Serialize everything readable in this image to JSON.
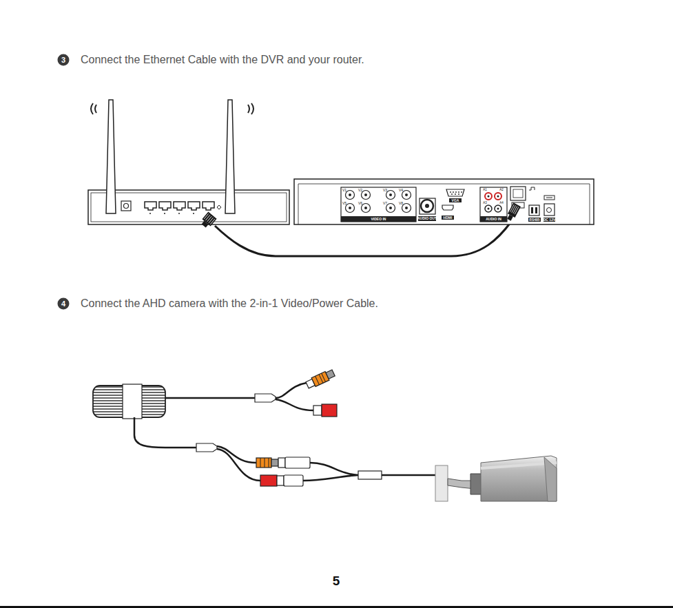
{
  "diagram": {
    "labels": [
      "3",
      "Connect the Ethernet Cable with the DVR and your router.",
      "4",
      "Connect the AHD camera with the 2-in-1 Video/Power Cable.",
      "5",
      "VIDEO IN",
      "AUDIO OUT",
      "VGA",
      "HDMI",
      "AUDIO IN",
      "RS485",
      "DC 12V",
      "V1",
      "V2",
      "V3",
      "V4",
      "V5",
      "V6",
      "V7",
      "V8",
      "A1",
      "A2",
      "A3",
      "A4"
    ]
  }
}
